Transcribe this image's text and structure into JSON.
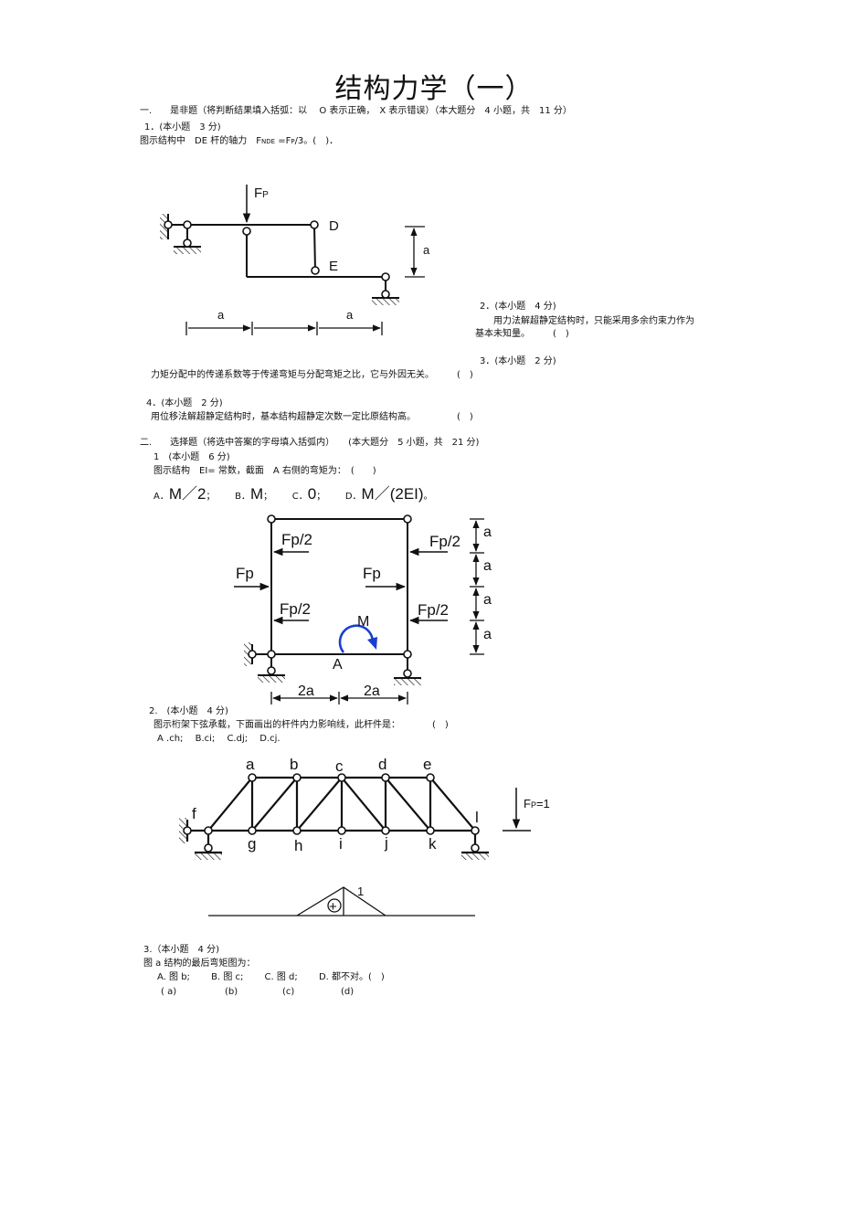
{
  "title": "结构力学（一）",
  "section1": {
    "heading": "一.　　是非题（将判断结果填入括弧：以　 O 表示正确，　X 表示错误）（本大题分　4 小题，共　11 分）",
    "q1": {
      "header": "1．(本小题　3 分)",
      "text_pre": "图示结构中　DE 杆的轴力　F",
      "text_sub1": "NDE",
      "text_mid": " =F",
      "text_sub2": "P",
      "text_post": "/3。(　)．",
      "fig": {
        "load": "F",
        "load_sub": "P",
        "label_D": "D",
        "label_E": "E",
        "dim_a": "a"
      }
    },
    "q2": {
      "header": "2．(本小题　4 分)",
      "text1": "用力法解超静定结构时，只能采用多余约束力作为",
      "text2": "基本未知量。　　　(　)"
    },
    "q3": {
      "header": "3．(本小题　2 分)",
      "text": "力矩分配中的传递系数等于传递弯矩与分配弯矩之比，它与外因无关。　　　(　)"
    },
    "q4": {
      "header": "4．(本小题　2 分)",
      "text": "用位移法解超静定结构时，基本结构超静定次数一定比原结构高。　　　　　(　)"
    }
  },
  "section2": {
    "heading": "二.　　选择题（将选中答案的字母填入括弧内）　　(本大题分　5 小题，共　21 分)",
    "q1": {
      "header": "1　(本小题　6 分)",
      "text": "图示结构　EI= 常数，截面　A 右侧的弯矩为：　(　　)",
      "options": {
        "a_letter": "A．",
        "a_val": "M／2",
        "a_sep": "；",
        "b_letter": "B．",
        "b_val": "M",
        "b_sep": "；",
        "c_letter": "C．",
        "c_val": "0",
        "c_sep": "；",
        "d_letter": "D．",
        "d_val": "M／(2EI)",
        "d_sep": "。"
      },
      "fig": {
        "load_half": "Fp/2",
        "load_full": "Fp",
        "moment": "M",
        "point_A": "A",
        "dim_a": "a",
        "dim_2a": "2a"
      }
    },
    "q2": {
      "header": "2.　(本小题　4 分)",
      "text": "图示桁架下弦承载，下面画出的杆件内力影响线，此杆件是：　　　　(　)",
      "options": "A .ch;　 B.ci;　 C.dj;　 D.cj.",
      "fig": {
        "top_nodes": [
          "a",
          "b",
          "c",
          "d",
          "e"
        ],
        "bottom_nodes": [
          "g",
          "h",
          "i",
          "j",
          "k"
        ],
        "left_node": "f",
        "right_node": "l",
        "load": "F",
        "load_sub": "P",
        "load_val": "=1",
        "il_value": "1",
        "il_sign": "+"
      }
    },
    "q3": {
      "header": "3.（本小题　4 分)",
      "text": "图 a 结构的最后弯矩图为：",
      "options": "A. 图 b;　　 B. 图 c;　　 C. 图 d;　　 D. 都不对。(　)",
      "figlabels": [
        "( a)",
        "(b)",
        "(c)",
        "(d)"
      ]
    }
  }
}
